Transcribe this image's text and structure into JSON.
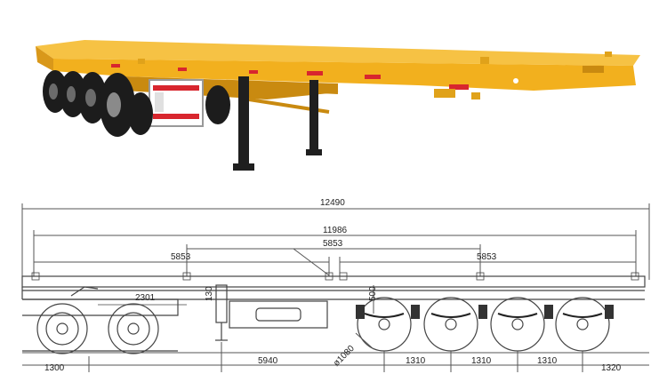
{
  "dimensions": {
    "overall_length": "12490",
    "deck_length": "11986",
    "left_span": "5853",
    "middle_span": "5853",
    "right_span": "5853",
    "coupling_offset": "2301",
    "king_pin_height": "130",
    "spring_height": "500",
    "wheel_diameter": "ø1080",
    "front_overhang": "1300",
    "leg_to_axle": "5940",
    "axle_spacing_1": "1310",
    "axle_spacing_2": "1310",
    "axle_spacing_3": "1310",
    "rear_overhang": "1320"
  },
  "colors": {
    "trailer_yellow": "#f2b01e",
    "trailer_shadow": "#c98a10",
    "tire_black": "#1c1c1c",
    "reflector_red": "#d8262e",
    "line_gray": "#555555"
  }
}
